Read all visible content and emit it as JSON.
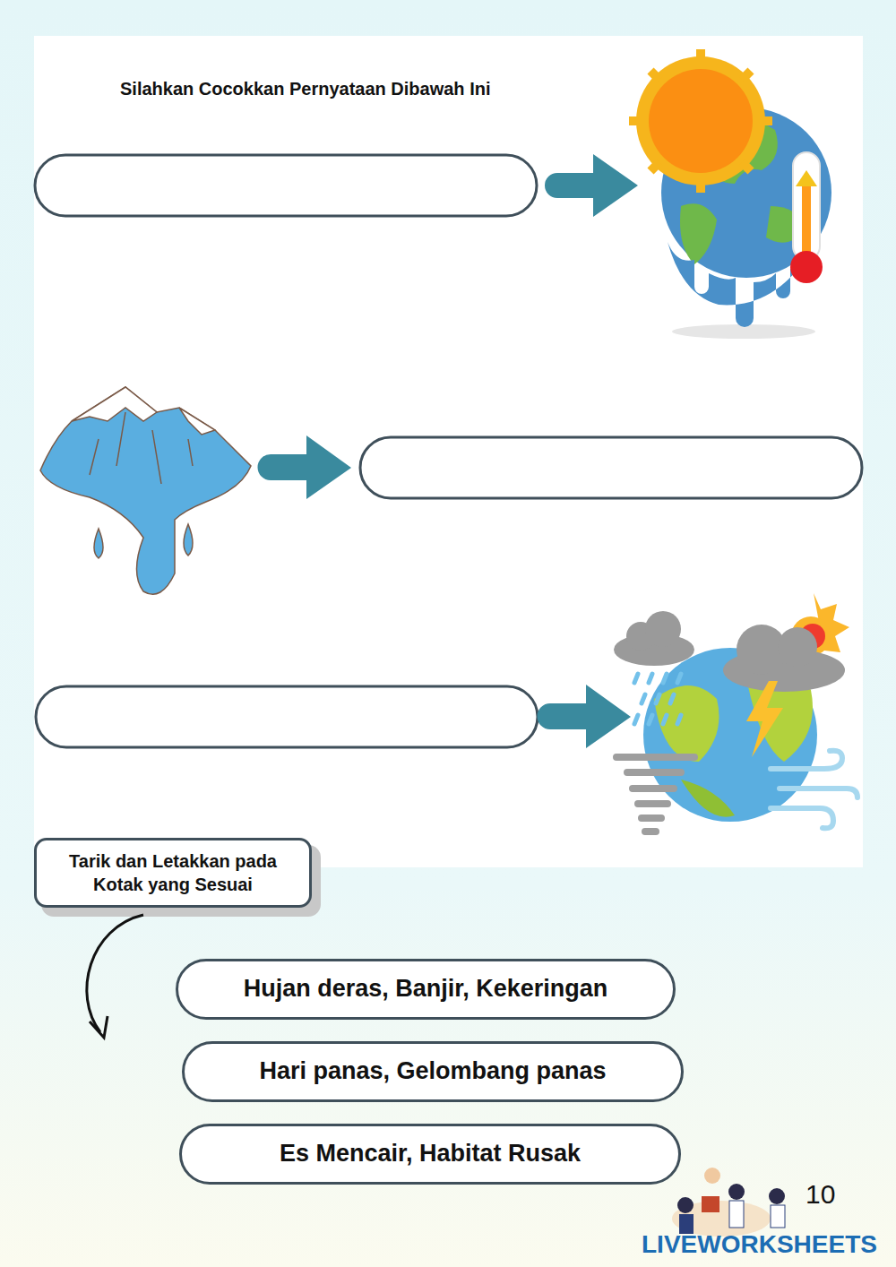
{
  "diagram": {
    "title": "Silahkan Cocokkan Pernyataan Dibawah Ini",
    "nodes": [
      {
        "text": [
          "Tarik dan Letakkan pada Kotak yang Sesuai"
        ]
      },
      {
        "text": [
          "Hujan deras, Banjir, Kekeringan"
        ]
      },
      {
        "text": [
          "Hari panas, Gelombang panas"
        ]
      },
      {
        "text": [
          "Es Mencair, Habitat Rusak"
        ]
      }
    ],
    "labels": [
      "10",
      "LIVEWORKSHEETS"
    ]
  }
}
